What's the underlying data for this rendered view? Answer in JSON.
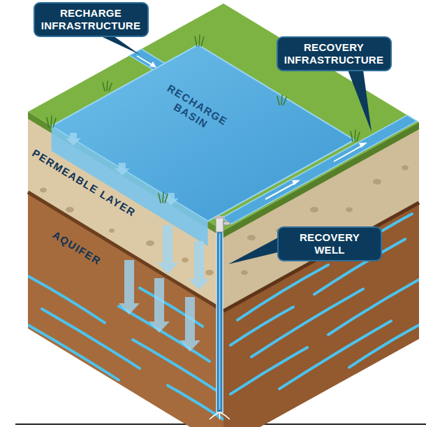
{
  "diagram": {
    "nodes": [
      {
        "text": [
          "RECHARGE INFRASTRUCTURE"
        ]
      },
      {
        "text": [
          "RECOVERY INFRASTRUCTURE"
        ]
      },
      {
        "text": [
          "RECOVERY WELL"
        ]
      }
    ],
    "labels": [
      "RECHARGE BASIN",
      "PERMEABLE LAYER",
      "AQUIFER"
    ]
  }
}
